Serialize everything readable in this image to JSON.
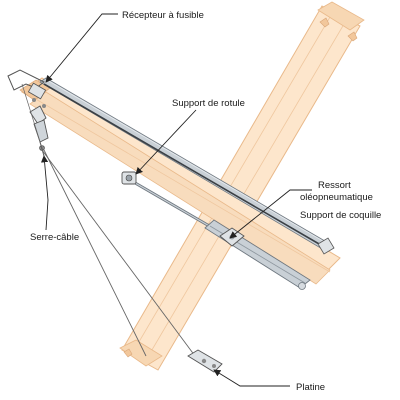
{
  "labels": {
    "recepteur": "Récepteur à fusible",
    "support_rotule": "Support de rotule",
    "ressort_l1": "Ressort",
    "ressort_l2": "oléopneumatique",
    "support_coquille": "Support de coquille",
    "serre_cable": "Serre-câble",
    "platine": "Platine"
  },
  "colors": {
    "wood_fill": "#fde6cc",
    "wood_edge": "#e9b98a",
    "metal": "#c9d0d6",
    "metal_dark": "#6f7880",
    "line": "#333333",
    "text": "#1a1a1a"
  }
}
